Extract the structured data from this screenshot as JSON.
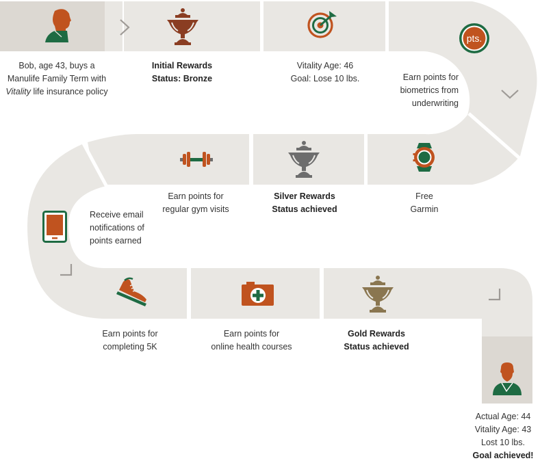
{
  "colors": {
    "track": "#e9e7e3",
    "track_dark": "#dcd8d2",
    "orange": "#c0531f",
    "green": "#1e6b43",
    "bronze": "#8a3d22",
    "silver": "#6d6d6d",
    "gold": "#8a7650",
    "arrow": "#9e9a96",
    "gap": "#ffffff"
  },
  "journey": {
    "steps": [
      {
        "id": "start",
        "icon": "person-icon",
        "lines": [
          {
            "text": "Bob, age 43, buys a"
          },
          {
            "text": "Manulife Family Term with"
          },
          {
            "italic": "Vitality",
            "text": " life insurance policy"
          }
        ]
      },
      {
        "id": "bronze",
        "icon": "trophy-bronze-icon",
        "lines": [
          {
            "text": "Initial Rewards",
            "bold": true
          },
          {
            "text": "Status: Bronze",
            "bold": true
          }
        ]
      },
      {
        "id": "target",
        "icon": "target-icon",
        "lines": [
          {
            "text": "Vitality Age: 46"
          },
          {
            "text": "Goal: Lose 10 lbs."
          }
        ]
      },
      {
        "id": "points",
        "icon": "points-badge-icon",
        "badge_text": "pts.",
        "lines": [
          {
            "text": "Earn points for"
          },
          {
            "text": "biometrics from"
          },
          {
            "text": "underwriting"
          }
        ]
      },
      {
        "id": "garmin",
        "icon": "smartwatch-icon",
        "lines": [
          {
            "text": "Free"
          },
          {
            "text": "Garmin"
          }
        ]
      },
      {
        "id": "silver",
        "icon": "trophy-silver-icon",
        "lines": [
          {
            "text": "Silver Rewards",
            "bold": true
          },
          {
            "text": "Status achieved",
            "bold": true
          }
        ]
      },
      {
        "id": "gym",
        "icon": "dumbbell-icon",
        "lines": [
          {
            "text": "Earn points for"
          },
          {
            "text": "regular gym visits"
          }
        ]
      },
      {
        "id": "email",
        "icon": "tablet-icon",
        "lines": [
          {
            "text": "Receive email"
          },
          {
            "text": "notifications of"
          },
          {
            "text": "points earned"
          }
        ]
      },
      {
        "id": "run",
        "icon": "sneaker-icon",
        "lines": [
          {
            "text": "Earn points for"
          },
          {
            "text": "completing 5K"
          }
        ]
      },
      {
        "id": "courses",
        "icon": "first-aid-kit-icon",
        "lines": [
          {
            "text": "Earn points for"
          },
          {
            "text": "online health courses"
          }
        ]
      },
      {
        "id": "gold",
        "icon": "trophy-gold-icon",
        "lines": [
          {
            "text": "Gold Rewards",
            "bold": true
          },
          {
            "text": "Status achieved",
            "bold": true
          }
        ]
      },
      {
        "id": "finish",
        "icon": "person-lanyard-icon",
        "lines": [
          {
            "text": "Actual Age: 44"
          },
          {
            "text": "Vitality Age: 43"
          },
          {
            "text": "Lost 10 lbs."
          },
          {
            "text": "Goal achieved!",
            "bold": true
          }
        ]
      }
    ]
  }
}
